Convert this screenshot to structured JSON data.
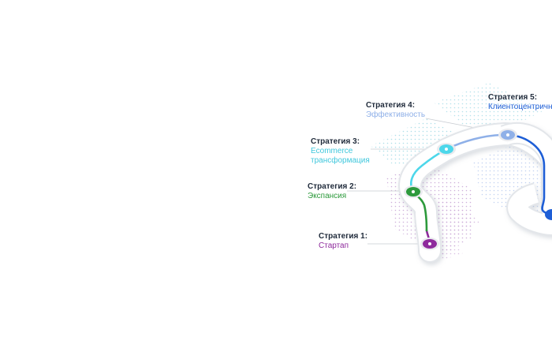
{
  "stages": [
    {
      "title": "Стратегия 1:",
      "subtitle": "Стартап",
      "color": "#8e2a9c"
    },
    {
      "title": "Стратегия 2:",
      "subtitle": "Экспансия",
      "color": "#2d9a3c"
    },
    {
      "title": "Стратегия 3:",
      "subtitle": "Ecommerce трансформация",
      "color": "#4dd7ea"
    },
    {
      "title": "Стратегия 4:",
      "subtitle": "Эффективность",
      "color": "#8fb0e8"
    },
    {
      "title": "Стратегия 5:",
      "subtitle": "Клиентоцентричность",
      "color": "#1e5ed6"
    }
  ],
  "colors": {
    "road": "#ffffff",
    "road_edge": "#e3e6ea",
    "dots_left": "#c9a6d6",
    "dots_right": "#9fd6e2",
    "leader_line": "#c7cbd1"
  }
}
